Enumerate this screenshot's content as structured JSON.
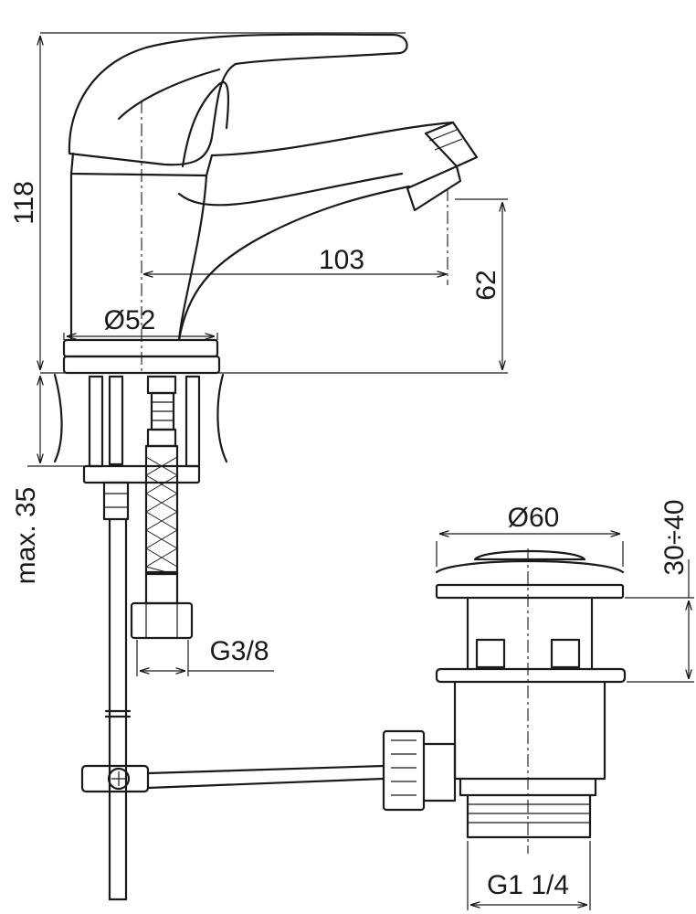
{
  "dimensions": {
    "height_total": "118",
    "spout_reach": "103",
    "spout_height": "62",
    "base_diameter": "Ø52",
    "max_thickness": "max. 35",
    "hose_thread": "G3/8",
    "waste_diameter": "Ø60",
    "waste_range": "30÷40",
    "waste_thread": "G1 1/4"
  }
}
